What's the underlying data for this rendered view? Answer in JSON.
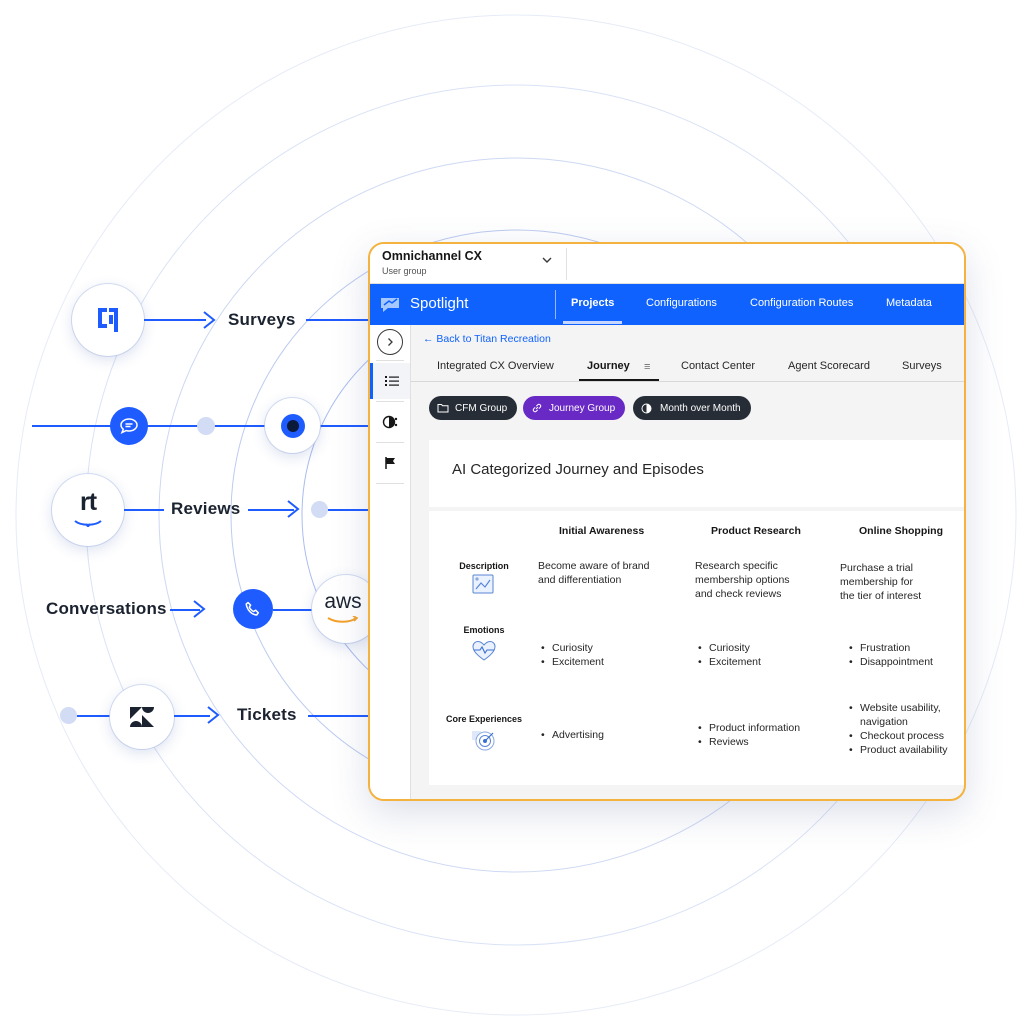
{
  "channels": {
    "surveys": "Surveys",
    "reviews": "Reviews",
    "conversations": "Conversations",
    "tickets": "Tickets",
    "aws_logo": "aws",
    "rt_logo": "rt"
  },
  "app": {
    "group_title": "Omnichannel CX",
    "group_subtitle": "User group",
    "brand": "Spotlight",
    "nav": [
      "Projects",
      "Configurations",
      "Configuration Routes",
      "Metadata"
    ],
    "back_link": "← Back to Titan Recreation",
    "tabs": [
      "Integrated CX Overview",
      "Journey",
      "Contact Center",
      "Agent Scorecard",
      "Surveys"
    ],
    "tab_menu": "≡",
    "chips": [
      "CFM Group",
      "Journey Group",
      "Month over Month"
    ],
    "card_title": "AI Categorized Journey and Episodes",
    "table": {
      "columns": [
        "Initial Awareness",
        "Product Research",
        "Online Shopping"
      ],
      "rows": [
        {
          "label": "Description",
          "cells": [
            [
              "Become aware of brand",
              "and differentiation"
            ],
            [
              "Research specific",
              "membership options",
              "and check reviews"
            ],
            [
              "Purchase a trial",
              "membership for",
              "the tier of interest"
            ]
          ]
        },
        {
          "label": "Emotions",
          "cells": [
            [
              "Curiosity",
              "Excitement"
            ],
            [
              "Curiosity",
              "Excitement"
            ],
            [
              "Frustration",
              "Disappointment"
            ]
          ]
        },
        {
          "label": "Core Experiences",
          "cells": [
            [
              "Advertising"
            ],
            [
              "Product information",
              "Reviews"
            ],
            [
              "Website usability,",
              "navigation",
              "Checkout process",
              "Product availability"
            ]
          ]
        }
      ]
    }
  },
  "colors": {
    "accent": "#0f62fe",
    "window_border": "#f4b23e",
    "journey_chip": "#6929c4",
    "dark_chip": "#262d36",
    "line_blue": "#1f5cff"
  }
}
